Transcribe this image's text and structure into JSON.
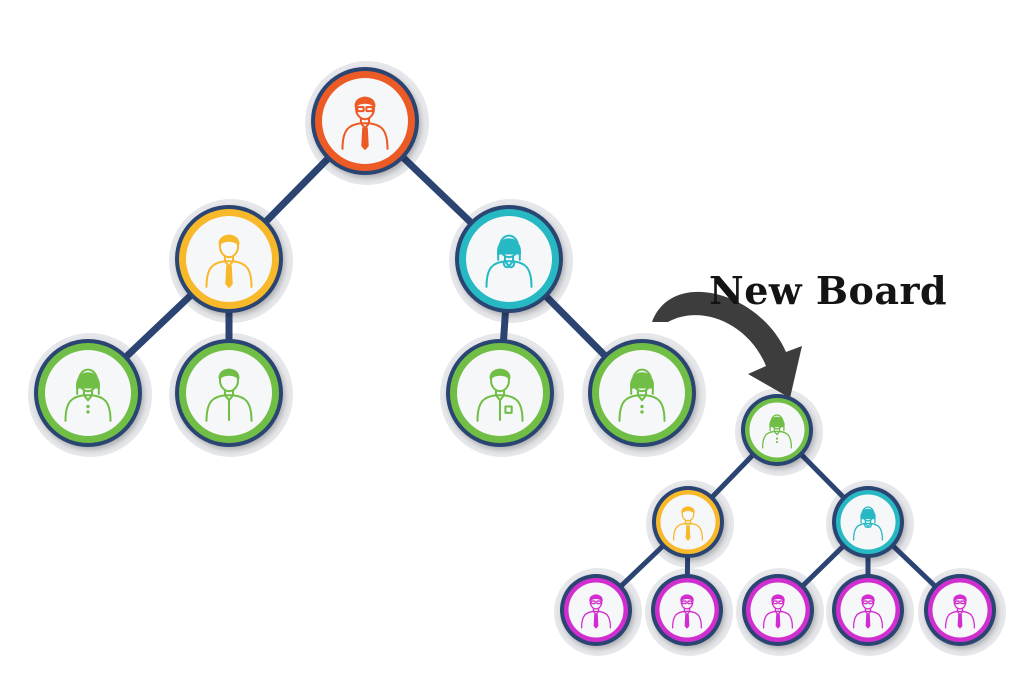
{
  "caption": "New Board",
  "colors": {
    "connector": "#2c4472",
    "halo": "#e6e7ea",
    "node_fill": "#f6f7f9",
    "arrow": "#3d3d3d",
    "orange": "#ec5a25",
    "yellow": "#f7b82c",
    "teal": "#27b9c4",
    "green": "#6fbe45",
    "magenta": "#d12fd0"
  },
  "icons": {
    "man_tie": "man-with-tie-icon",
    "man_glasses_tie": "man-with-glasses-and-tie-icon",
    "woman": "woman-icon",
    "woman_collar": "woman-with-collar-icon",
    "man_shirt": "man-in-shirt-icon",
    "man_pocket": "man-with-pocket-shirt-icon",
    "arrow": "curved-arrow-icon"
  },
  "boards": [
    {
      "name": "original-board",
      "nodes": [
        {
          "id": "n1",
          "color": "orange",
          "icon": "man_glasses_tie",
          "level": 0
        },
        {
          "id": "n2",
          "color": "yellow",
          "icon": "man_tie",
          "level": 1
        },
        {
          "id": "n3",
          "color": "teal",
          "icon": "woman_collar",
          "level": 1
        },
        {
          "id": "n4",
          "color": "green",
          "icon": "woman",
          "level": 2
        },
        {
          "id": "n5",
          "color": "green",
          "icon": "man_shirt",
          "level": 2
        },
        {
          "id": "n6",
          "color": "green",
          "icon": "man_pocket",
          "level": 2
        },
        {
          "id": "n7",
          "color": "green",
          "icon": "woman",
          "level": 2
        }
      ],
      "edges": [
        [
          "n1",
          "n2"
        ],
        [
          "n1",
          "n3"
        ],
        [
          "n2",
          "n4"
        ],
        [
          "n2",
          "n5"
        ],
        [
          "n3",
          "n6"
        ],
        [
          "n3",
          "n7"
        ]
      ]
    },
    {
      "name": "new-board",
      "nodes": [
        {
          "id": "m1",
          "color": "green",
          "icon": "woman",
          "level": 0
        },
        {
          "id": "m2",
          "color": "yellow",
          "icon": "man_tie",
          "level": 1
        },
        {
          "id": "m3",
          "color": "teal",
          "icon": "woman_collar",
          "level": 1
        },
        {
          "id": "m4",
          "color": "magenta",
          "icon": "man_glasses_tie",
          "level": 2
        },
        {
          "id": "m5",
          "color": "magenta",
          "icon": "man_glasses_tie",
          "level": 2
        },
        {
          "id": "m6",
          "color": "magenta",
          "icon": "man_glasses_tie",
          "level": 2
        },
        {
          "id": "m7",
          "color": "magenta",
          "icon": "man_glasses_tie",
          "level": 2
        },
        {
          "id": "m8",
          "color": "magenta",
          "icon": "man_glasses_tie",
          "level": 2
        }
      ],
      "edges": [
        [
          "m1",
          "m2"
        ],
        [
          "m1",
          "m3"
        ],
        [
          "m2",
          "m4"
        ],
        [
          "m2",
          "m5"
        ],
        [
          "m3",
          "m6"
        ],
        [
          "m3",
          "m7"
        ],
        [
          "m3",
          "m8"
        ]
      ]
    }
  ]
}
